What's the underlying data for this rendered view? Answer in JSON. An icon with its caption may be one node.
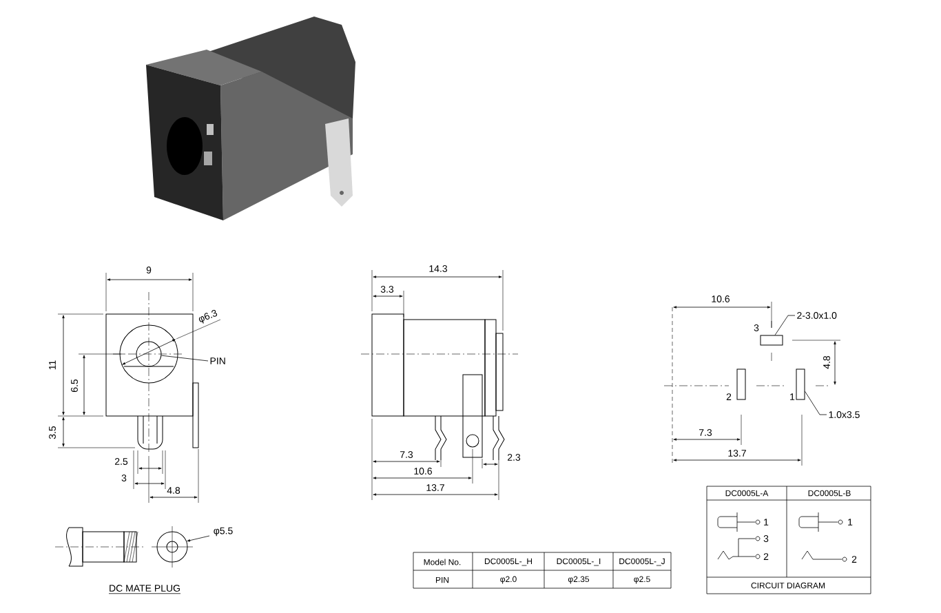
{
  "diagram": {
    "nodes": [
      {
        "text": [
          "PIN"
        ]
      },
      {
        "text": [],
        "shape": "circle"
      },
      {
        "text": [
          "2-3.0x1.0"
        ]
      },
      {
        "text": [],
        "shape": "box",
        "beside": [
          "3"
        ]
      },
      {
        "text": [],
        "shape": "box",
        "beside": [
          "2"
        ]
      },
      {
        "text": [
          "1.0x3.5"
        ]
      },
      {
        "text": [],
        "shape": "box",
        "beside": [
          "1"
        ]
      }
    ],
    "edges": [
      {
        "from": 0,
        "to": 1,
        "arrow": "none"
      },
      {
        "from": 2,
        "to": 3,
        "arrow": "none"
      },
      {
        "from": 5,
        "to": 6,
        "arrow": "none"
      }
    ],
    "labels": [
      "9",
      "φ6.3",
      "11",
      "6.5",
      "3.5",
      "2.5",
      "3",
      "4.8",
      "φ5.5",
      "DC MATE PLUG",
      "14.3",
      "3.3",
      "7.3",
      "2.3",
      "10.6",
      "13.7",
      "10.6",
      "4.8",
      "7.3",
      "13.7",
      "DC0005L-A",
      "DC0005L-B",
      "1",
      "3",
      "2",
      "1",
      "2",
      "CIRCUIT DIAGRAM",
      "Model No.",
      "DC0005L-_H",
      "DC0005L-_I",
      "DC0005L-_J",
      "PIN",
      "φ2.0",
      "φ2.35",
      "φ2.5"
    ]
  }
}
